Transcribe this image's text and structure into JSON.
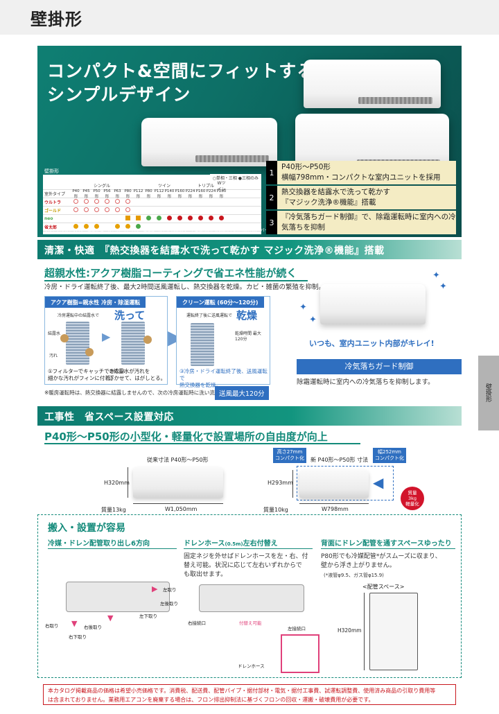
{
  "header": {
    "title": "壁掛形"
  },
  "side_tab": {
    "label": "壁掛形"
  },
  "hero": {
    "title_line1": "コンパクト&空間にフィットする",
    "title_line2": "シンプルデザイン",
    "matrix": {
      "title": "壁掛形",
      "legend": "○単相・三相 ●三相のみ",
      "header_outdoor": "室外タイプ",
      "groups": [
        "シングル",
        "ツイン",
        "トリプル",
        "Wツイン"
      ],
      "models": [
        "P40形",
        "P45形",
        "P50形",
        "P56形",
        "P63形",
        "P80形",
        "P112形",
        "P80形",
        "P112形",
        "P140形",
        "P160形",
        "P224形",
        "P160形",
        "P224形",
        "P280形"
      ],
      "rows": [
        {
          "name": "ウルトラ",
          "color": "#c8161d",
          "cells": [
            "ring",
            "ring",
            "ring",
            "ring",
            "ring",
            "ring",
            "",
            "",
            "",
            "",
            "",
            "",
            "",
            "",
            ""
          ]
        },
        {
          "name": "ゴールド",
          "color": "#c49a00",
          "cells": [
            "ring",
            "ring",
            "ring",
            "ring",
            "ring",
            "ring",
            "",
            "",
            "",
            "",
            "",
            "",
            "",
            "",
            ""
          ]
        },
        {
          "name": "neo",
          "color": "#4aa84a",
          "cells": [
            "",
            "",
            "",
            "",
            "",
            "sq",
            "sq",
            "green",
            "green",
            "red",
            "red",
            "red",
            "red",
            "red",
            "red"
          ]
        },
        {
          "name": "省太郎",
          "color": "#c8161d",
          "cells": [
            "orange",
            "orange",
            "orange",
            "",
            "orange",
            "orange",
            "green",
            "",
            "",
            "",
            "",
            "",
            "",
            "",
            ""
          ]
        }
      ],
      "note": "ウルトラ:ウルトラパワーエコ® ゴールド:スーパーパワーエコゴールド® neo:スマートエコneo® 省太郎®:[業務用向け]スーパーパワーエコ省太郎®"
    },
    "features": [
      {
        "num": "1",
        "line1": "P40形〜P50形",
        "line2": "横幅798mm・コンパクトな室内ユニットを採用"
      },
      {
        "num": "2",
        "line1": "熱交換器を結露水で洗って乾かす",
        "line2": "『マジック洗浄®機能』搭載"
      },
      {
        "num": "3",
        "line1": "『冷気落ちガード制御』で、除霜運転時に室内への冷",
        "line2": "気落ちを抑制"
      }
    ]
  },
  "section1": {
    "bar": "清潔・快適　『熱交換器を結露水で洗って乾かす マジック洗浄®機能』搭載",
    "subhead": "超親水性:アクア樹脂コーティングで省エネ性能が続く",
    "body": "冷房・ドライ運転終了後、最大2時間送風運転し、熱交換器を乾燥。カビ・雑菌の繁殖を抑制。",
    "panel1": {
      "head": "アクア樹脂=親水性 冷房・除湿運転",
      "sub": "冷房運転中の結露水で",
      "word": "洗って",
      "label_dew": "結露水",
      "label_dirt": "汚れ",
      "cap1_line1": "①フィルターでキャッチできない",
      "cap1_line2": "細かな汚れがフィンに付着。",
      "cap2_line1": "②結露水が汚れを",
      "cap2_line2": "浮かせて、はがしとる。"
    },
    "panel2": {
      "head": "クリーン運転 (60分〜120分)",
      "sub": "運転終了後に送風運転で",
      "word": "乾燥",
      "label_time": "乾燥時間 最大120分",
      "cap_line1": "③冷房・ドライ運転終了後、送風運転で",
      "cap_line2": "熱交換器を乾燥。"
    },
    "note": "※暖房運転時は、熱交換器に結露しませんので、次の冷房運転時に洗い流します。",
    "badge": "送風最大120分",
    "right_caption": "いつも、室内ユニット内部がキレイ!",
    "cold_guard": "冷気落ちガード制御",
    "cold_guard_desc": "除霜運転時に室内への冷気落ちを抑制します。"
  },
  "section2": {
    "bar": "工事性　省スペース設置対応",
    "subhead": "P40形〜P50形の小型化・軽量化で設置場所の自由度が向上",
    "old": {
      "label": "従来寸法 P40形〜P50形",
      "height": "H320mm",
      "width": "W1,050mm",
      "weight": "質量13kg"
    },
    "new": {
      "label": "新 P40形〜P50形 寸法",
      "height": "H293mm",
      "width": "W798mm",
      "weight": "質量10kg"
    },
    "callout_h_line1": "高さ27mm",
    "callout_h_line2": "コンパクト化",
    "callout_w_line1": "幅252mm",
    "callout_w_line2": "コンパクト化",
    "red_line1": "質量",
    "red_line2": "3kg",
    "red_line3": "軽量化"
  },
  "install": {
    "title": "搬入・設置が容易",
    "col1": {
      "head": "冷媒・ドレン配管取り出し6方向",
      "labels": [
        "左取り",
        "左後取り",
        "左下取り",
        "右取り",
        "右後取り",
        "右下取り"
      ]
    },
    "col2": {
      "head": "ドレンホース",
      "head_small": "(0.5m)",
      "head_tail": "左右付替え",
      "body_line1": "固定ネジを外せばドレンホースを左・右、付",
      "body_line2": "替え可能。状況に応じて左右いずれからで",
      "body_line3": "も取出せます。",
      "label_right": "右接続口",
      "label_left": "左接続口",
      "label_swap": "付替え可能",
      "label_hose": "ドレンホース"
    },
    "col3": {
      "head": "背面にドレン配管を通すスペースゆったり",
      "body_line1": "P80形でも冷媒配管*がスムーズに収まり、",
      "body_line2": "壁から浮き上がりません。",
      "note": "(*液管φ9.5、ガス管φ15.9)",
      "space_label": "<配管スペース>",
      "height": "H320mm"
    }
  },
  "footer": {
    "line1": "本カタログ掲載商品の価格は希望小売価格です。消費税、配送費、配管パイプ・据付部材・電気・据付工事費、試運転調整費、使用済み商品の引取り費用等",
    "line2": "は含まれておりません。業務用エアコンを廃棄する場合は、フロン排出抑制法に基づくフロンの回収・運搬・破壊費用が必要です。"
  }
}
